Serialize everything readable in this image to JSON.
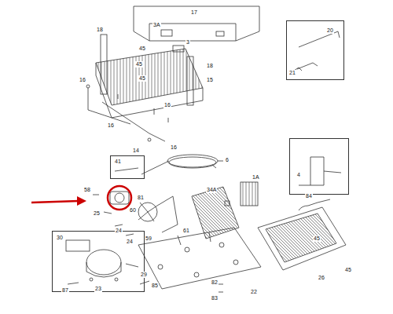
{
  "diagram": {
    "nodes": [
      {
        "text": [
          "20",
          "21"
        ]
      },
      {
        "text": [
          "41"
        ]
      },
      {
        "text": [
          "4"
        ]
      },
      {
        "text": [
          "30"
        ]
      }
    ],
    "labels": [
      "18",
      "17",
      "3A",
      "3",
      "45",
      "45",
      "45",
      "16",
      "18",
      "15",
      "16",
      "16",
      "16",
      "14",
      "6",
      "1A",
      "34A",
      "58",
      "60",
      "25",
      "81",
      "24",
      "24",
      "61",
      "59",
      "84",
      "45",
      "26",
      "45",
      "29",
      "85",
      "23",
      "87",
      "22",
      "82",
      "83"
    ]
  }
}
